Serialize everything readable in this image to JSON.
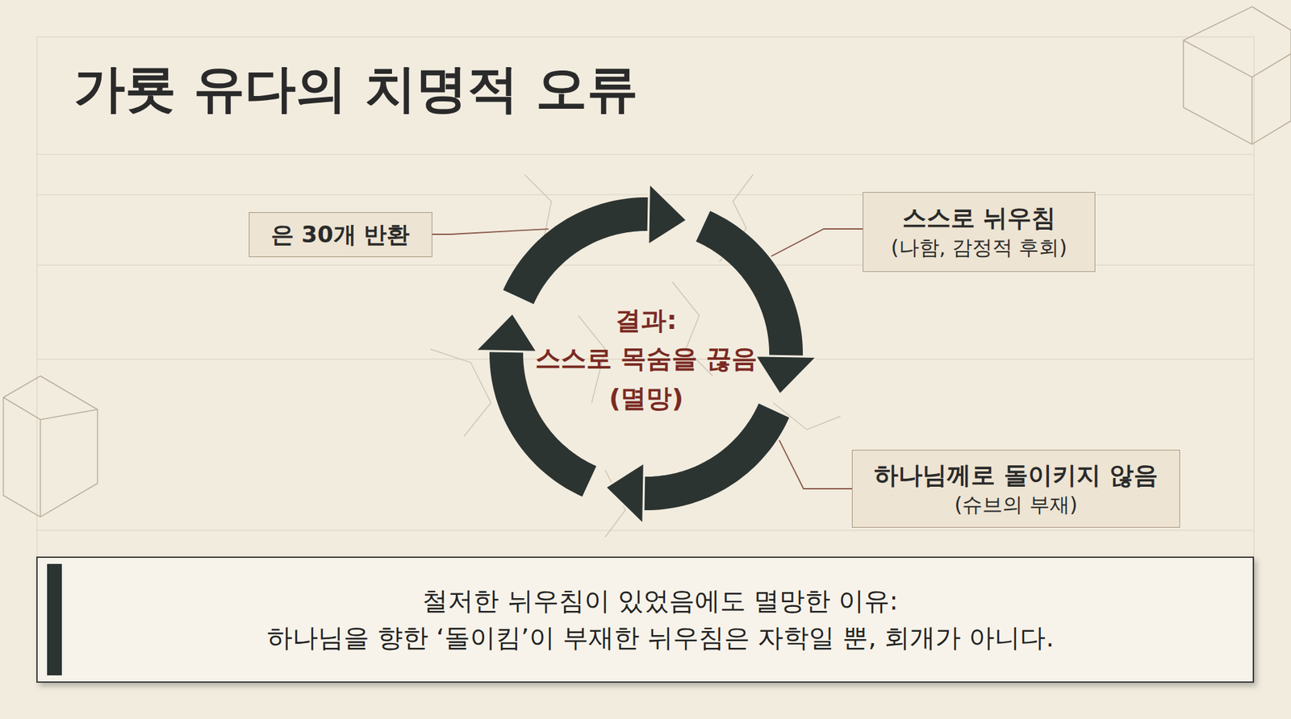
{
  "diagram": {
    "title": "가룟 유다의 치명적 오류",
    "nodes": [
      {
        "text": [
          "은 30개 반환"
        ]
      },
      {
        "text": [
          "스스로 뉘우침",
          "(나함, 감정적 후회)"
        ]
      },
      {
        "text": [
          "하나님께로 돌이키지 않음",
          "(슈브의 부재)"
        ]
      },
      {
        "text": [
          "철저한 뉘우침이 있었음에도 멸망한 이유:",
          "하나님을 향한 ‘돌이킴’이 부재한 뉘우침은 자학일 뿐, 회개가 아니다."
        ]
      }
    ],
    "labels": [
      "결과:",
      "스스로 목숨을 끊음 (멸망)"
    ]
  }
}
